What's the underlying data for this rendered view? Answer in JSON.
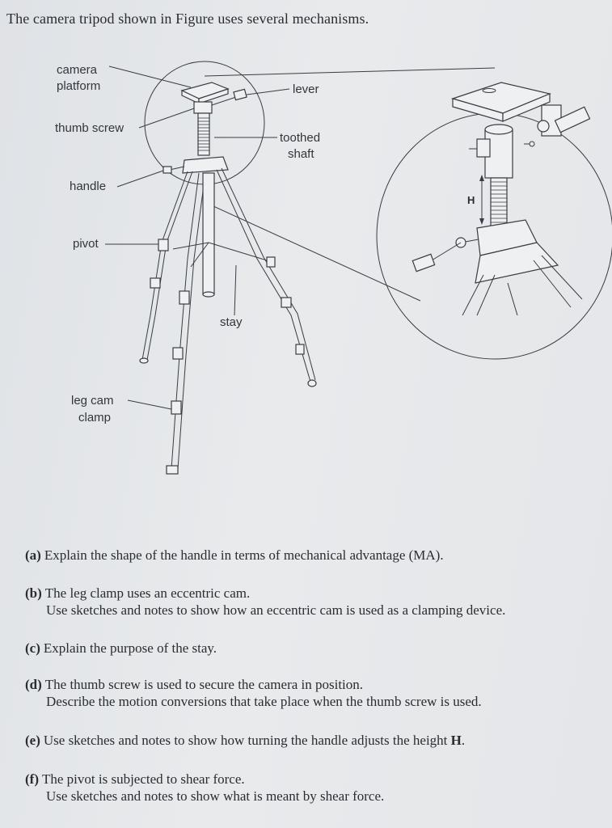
{
  "intro": "The camera tripod shown in Figure uses several mechanisms.",
  "figure": {
    "labels": {
      "camera_platform_1": "camera",
      "camera_platform_2": "platform",
      "lever": "lever",
      "thumb_screw": "thumb screw",
      "toothed_shaft_1": "toothed",
      "toothed_shaft_2": "shaft",
      "handle": "handle",
      "pivot": "pivot",
      "stay": "stay",
      "leg_cam_clamp_1": "leg cam",
      "leg_cam_clamp_2": "clamp",
      "height": "H"
    }
  },
  "questions": [
    {
      "key": "(a)",
      "line1": "Explain the shape of the handle in terms of mechanical advantage (MA).",
      "line2": ""
    },
    {
      "key": "(b)",
      "line1": "The leg clamp uses an eccentric cam.",
      "line2": "Use sketches and notes to show how an eccentric cam is used as a clamping device."
    },
    {
      "key": "(c)",
      "line1": "Explain the purpose of the stay.",
      "line2": ""
    },
    {
      "key": "(d)",
      "line1": "The thumb screw is used to secure the camera in position.",
      "line2": "Describe the motion conversions that take place when the thumb screw is used."
    },
    {
      "key": "(e)",
      "line1": "Use sketches and notes to show how turning the handle adjusts the height",
      "bold_tail": "H",
      "tail": "."
    },
    {
      "key": "(f)",
      "line1": "The pivot is subjected to shear force.",
      "line2": "Use sketches and notes to show what is meant by shear force."
    }
  ]
}
